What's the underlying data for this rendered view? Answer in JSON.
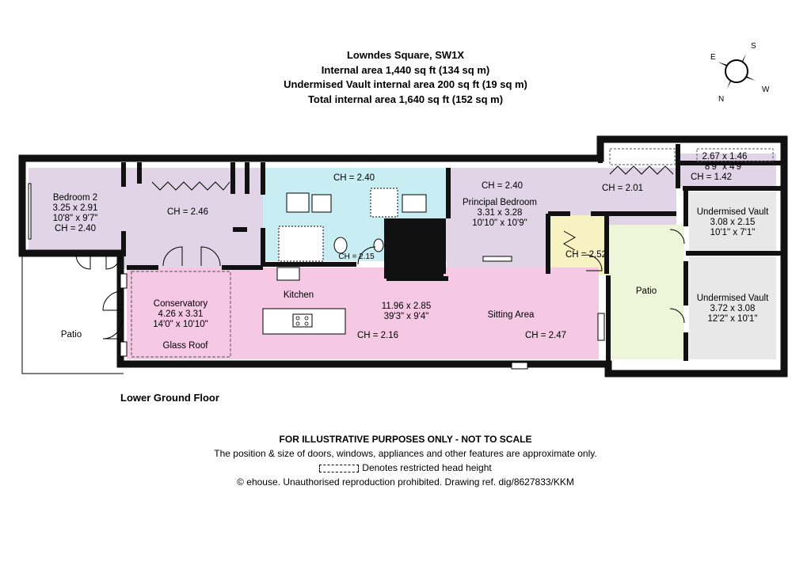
{
  "header": {
    "address": "Lowndes Square, SW1X",
    "internal_area": "Internal area 1,440 sq ft (134 sq m)",
    "vault_area": "Undermised Vault internal area 200 sq ft (19 sq m)",
    "total_area": "Total internal area 1,640 sq ft (152 sq m)"
  },
  "compass": {
    "north": "N",
    "south": "S",
    "east": "E",
    "west": "W"
  },
  "floor_name": "Lower Ground Floor",
  "rooms": {
    "bedroom2": {
      "name": "Bedroom 2",
      "metric": "3.25 x 2.91",
      "imperial": "10'8\" x 9'7\"",
      "ch": "CH = 2.40"
    },
    "dressing": {
      "ch": "CH = 2.46"
    },
    "bathrooms": {
      "ch": "CH = 2.40"
    },
    "wc": {
      "ch": "CH = 2.15"
    },
    "principal": {
      "ch": "CH = 2.40",
      "name": "Principal Bedroom",
      "metric": "3.31 x 3.28",
      "imperial": "10'10\" x 10'9\""
    },
    "principal_wardrobe": {
      "ch": "CH = 2.01"
    },
    "store": {
      "metric": "2.67 x 1.46",
      "imperial": "8'9\" x 4'9\"",
      "ch": "CH = 1.42"
    },
    "vault1": {
      "name": "Undermised Vault",
      "metric": "3.08 x 2.15",
      "imperial": "10'1\" x 7'1\""
    },
    "vault2": {
      "name": "Undermised Vault",
      "metric": "3.72 x 3.08",
      "imperial": "12'2\" x 10'1\""
    },
    "hall": {
      "ch": "CH = 2.52"
    },
    "patio_right": {
      "name": "Patio"
    },
    "patio_left": {
      "name": "Patio"
    },
    "conservatory": {
      "name": "Conservatory",
      "metric": "4.26 x 3.31",
      "imperial": "14'0\" x 10'10\"",
      "note": "Glass Roof"
    },
    "kitchen": {
      "name": "Kitchen"
    },
    "living": {
      "metric": "11.96 x 2.85",
      "imperial": "39'3\" x 9'4\"",
      "ch1": "CH = 2.16",
      "name": "Sitting Area",
      "ch2": "CH = 2.47"
    }
  },
  "footer": {
    "disclaimer": "FOR ILLUSTRATIVE PURPOSES ONLY - NOT TO SCALE",
    "note": "The position & size of doors, windows, appliances and other features are approximate only.",
    "legend": "Denotes restricted head height",
    "copyright": "© ehouse. Unauthorised reproduction prohibited. Drawing ref. dig/8627833/KKM"
  },
  "colors": {
    "purple": "#e0d4e6",
    "pink": "#f5c8e4",
    "cyan": "#c8eef4",
    "yellow": "#f6f2c2",
    "green": "#eef5d8",
    "grey": "#e8e8e8",
    "wall": "#111111"
  }
}
